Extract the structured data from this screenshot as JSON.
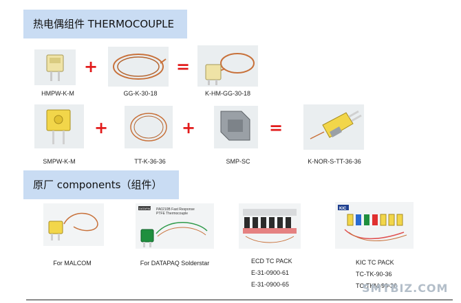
{
  "section1": {
    "title": "热电偶组件 THERMOCOUPLE"
  },
  "row1": {
    "items": [
      "HMPW-K-M",
      "GG-K-30-18",
      "K-HM-GG-30-18"
    ],
    "ops": [
      "+",
      "="
    ]
  },
  "row2": {
    "items": [
      "SMPW-K-M",
      "TT-K-36-36",
      "SMP-SC",
      "K-NOR-S-TT-36-36"
    ],
    "ops": [
      "+",
      "+",
      "="
    ]
  },
  "section2": {
    "title": "原厂 components（组件）"
  },
  "components": [
    {
      "caption": "For MALCOM"
    },
    {
      "caption": "For DATAPAQ Solderstar",
      "photo_text": [
        "PA0210B Fast Response",
        "PTFE Thermocouple"
      ],
      "photo_logo": "DATAPAQ"
    },
    {
      "caption_lines": [
        "ECD TC PACK",
        "E-31-0900-61",
        "E-31-0900-65"
      ]
    },
    {
      "caption_lines": [
        "KIC TC PACK",
        "TC-TK-90-36",
        "TC-TKM-90-36"
      ],
      "photo_logo": "KIC"
    }
  ],
  "watermark": "SMTBIZ.COM",
  "colors": {
    "banner": "#c9dcf3",
    "operator": "#e21b1b",
    "connector_yellow": "#f2d64a",
    "wire_copper": "#c8713a"
  }
}
